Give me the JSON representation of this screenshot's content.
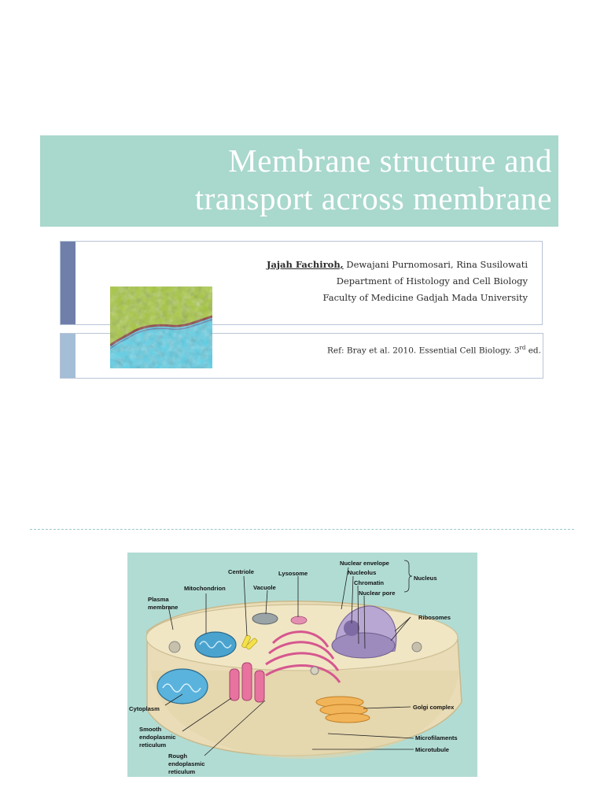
{
  "title": {
    "line1": "Membrane structure and",
    "line2": "transport across membrane"
  },
  "authors": {
    "lead": "Jajah Fachiroh,",
    "others": " Dewajani Purnomosari, Rina Susilowati",
    "department": "Department of Histology and Cell Biology",
    "faculty": "Faculty of Medicine Gadjah Mada University"
  },
  "reference": {
    "text": "Ref: Bray et al. 2010. Essential Cell Biology. 3",
    "superscript": "rd",
    "suffix": " ed."
  },
  "cell_diagram": {
    "labels": {
      "centriole": "Centriole",
      "lysosome": "Lysosome",
      "nuclear_envelope": "Nuclear envelope",
      "nucleolus": "Nucleolus",
      "chromatin": "Chromatin",
      "nuclear_pore": "Nuclear pore",
      "nucleus": "Nucleus",
      "mitochondrion": "Mitochondrion",
      "vacuole": "Vacuole",
      "plasma_membrane_1": "Plasma",
      "plasma_membrane_2": "membrane",
      "ribosomes": "Ribosomes",
      "cytoplasm": "Cytoplasm",
      "golgi": "Golgi complex",
      "smooth_er_1": "Smooth",
      "smooth_er_2": "endoplasmic",
      "smooth_er_3": "reticulum",
      "microfilaments": "Microfilaments",
      "rough_er_1": "Rough",
      "rough_er_2": "endoplasmic",
      "rough_er_3": "reticulum",
      "microtubule": "Microtubule"
    }
  }
}
